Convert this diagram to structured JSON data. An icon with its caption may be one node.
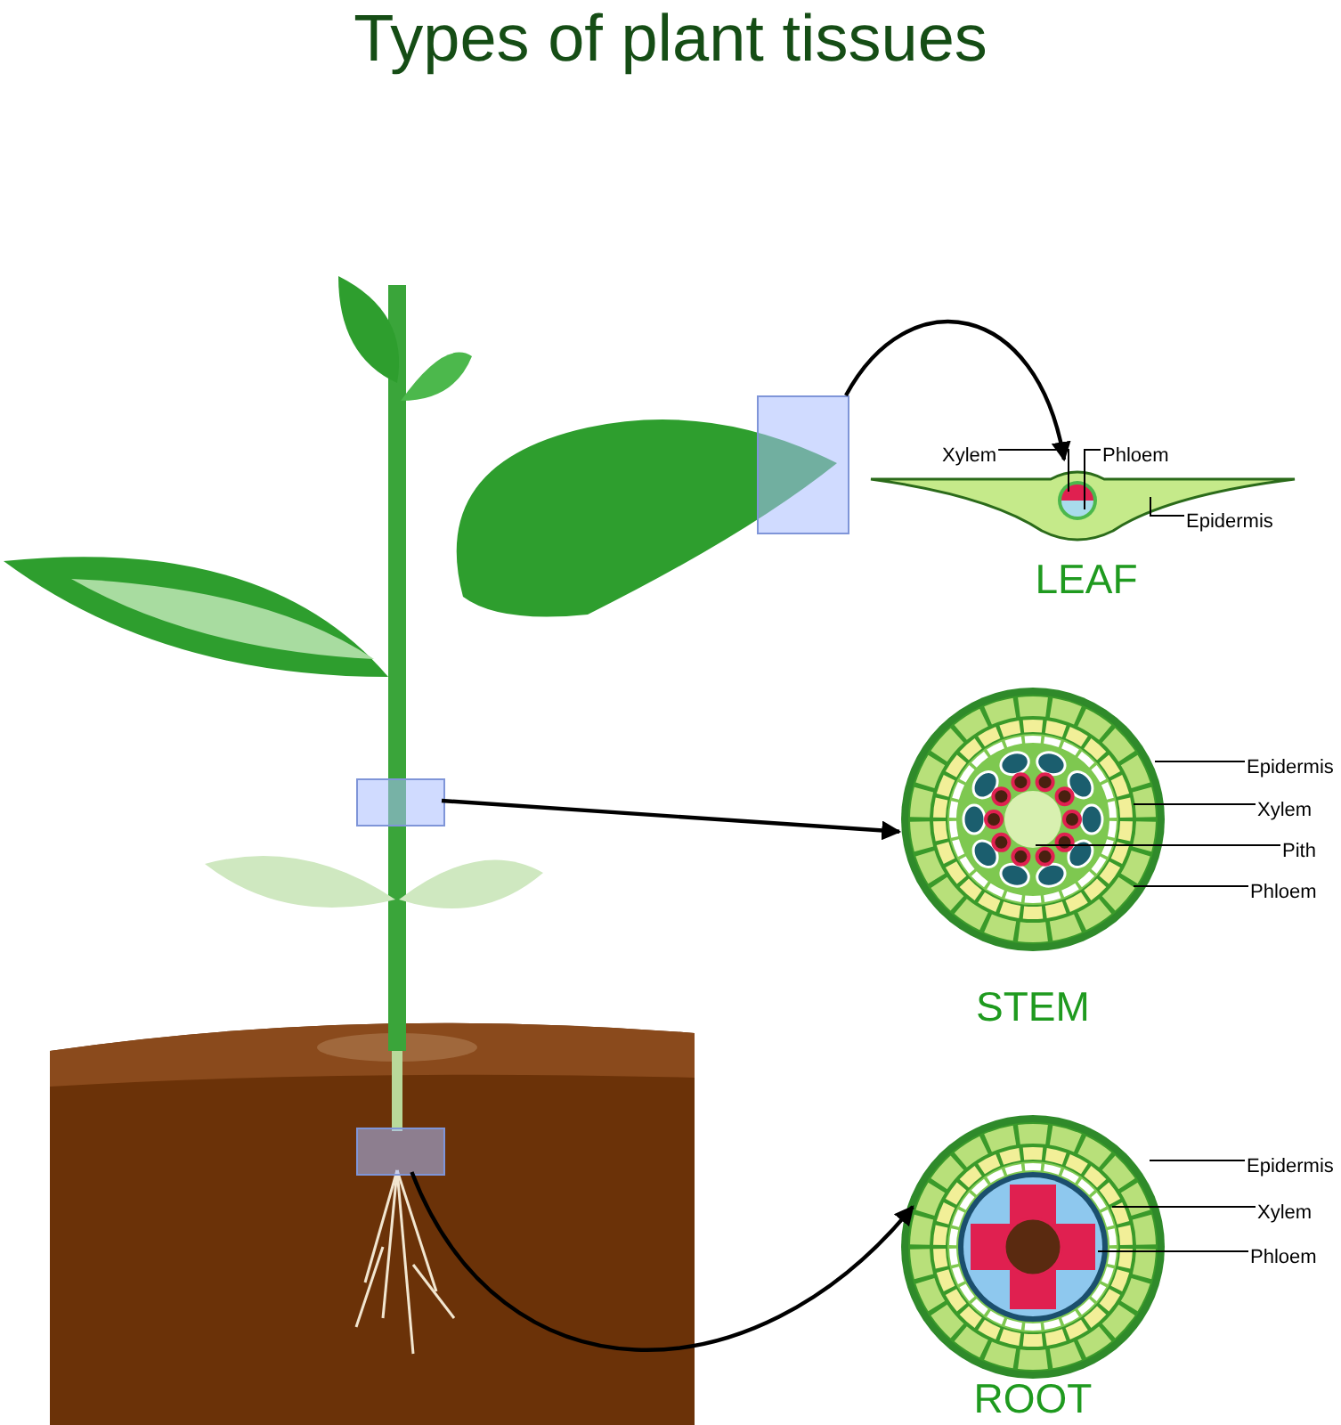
{
  "diagram": {
    "title": "Types of plant tissues",
    "nodes": [
      {
        "text": [],
        "shape": "box"
      },
      {
        "text": [
          "LEAF"
        ]
      },
      {
        "text": [
          "Xylem"
        ]
      },
      {
        "text": [
          "Phloem"
        ]
      },
      {
        "text": [
          "Epidermis"
        ]
      },
      {
        "text": [],
        "shape": "box"
      },
      {
        "text": [
          "STEM"
        ]
      },
      {
        "text": [
          "Epidermis"
        ]
      },
      {
        "text": [
          "Xylem"
        ]
      },
      {
        "text": [
          "Pith"
        ]
      },
      {
        "text": [
          "Phloem"
        ]
      },
      {
        "text": [],
        "shape": "box"
      },
      {
        "text": [
          "ROOT"
        ]
      },
      {
        "text": [
          "Epidermis"
        ]
      },
      {
        "text": [
          "Xylem"
        ]
      },
      {
        "text": [
          "Phloem"
        ]
      }
    ],
    "edges": [
      {
        "from": 0,
        "to": 1,
        "arrow": "to"
      },
      {
        "from": 2,
        "to": 1,
        "arrow": "none"
      },
      {
        "from": 3,
        "to": 1,
        "arrow": "none"
      },
      {
        "from": 4,
        "to": 1,
        "arrow": "none"
      },
      {
        "from": 5,
        "to": 6,
        "arrow": "to"
      },
      {
        "from": 7,
        "to": 6,
        "arrow": "none"
      },
      {
        "from": 8,
        "to": 6,
        "arrow": "none"
      },
      {
        "from": 9,
        "to": 6,
        "arrow": "none"
      },
      {
        "from": 10,
        "to": 6,
        "arrow": "none"
      },
      {
        "from": 11,
        "to": 12,
        "arrow": "to"
      },
      {
        "from": 13,
        "to": 12,
        "arrow": "none"
      },
      {
        "from": 14,
        "to": 12,
        "arrow": "none"
      },
      {
        "from": 15,
        "to": 12,
        "arrow": "none"
      }
    ]
  }
}
